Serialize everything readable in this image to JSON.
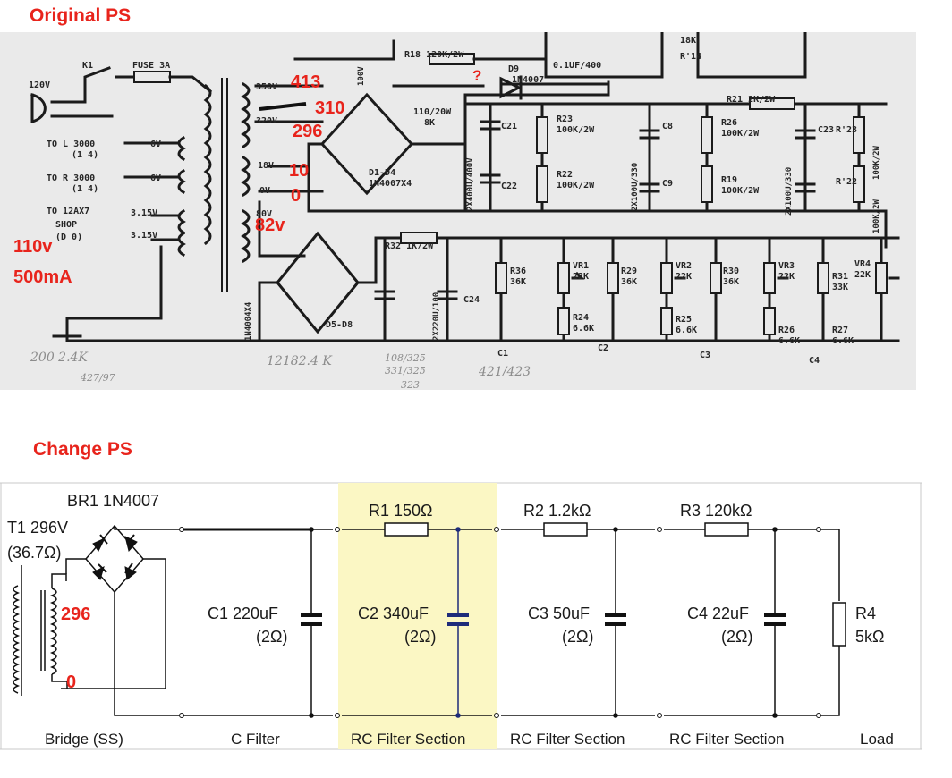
{
  "headings": {
    "original": "Original PS",
    "change": "Change PS"
  },
  "original": {
    "annotations": {
      "v413": "413",
      "v310": "310",
      "v296": "296",
      "v10": "10",
      "v0": "0",
      "v82": "82v",
      "q": "?",
      "mains_v": "110v",
      "mains_a": "500mA"
    },
    "printed": {
      "v120": "120V",
      "k1": "K1",
      "fuse": "FUSE 3A",
      "to_l": "TO L 3000",
      "to_l2": "(1 4)",
      "to_r": "TO R 3000",
      "to_r2": "(1 4)",
      "to_12": "TO 12AX7",
      "to_12b": "SHOP",
      "to_12c": "(D 0)",
      "t6v_a": "6V",
      "t6v_b": "6V",
      "t3a": "3.15V",
      "t3b": "3.15V",
      "s350": "350V",
      "s320": "320V",
      "s18": "18V",
      "s0": "0V",
      "s80": "80V",
      "r18": "R18 120K/2W",
      "c01": "0.1UF/400",
      "d9": "D9",
      "d9b": "1N4007",
      "r11": "110/20W",
      "r11b": "8K",
      "c21": "C21",
      "c22": "C22",
      "cap2x": "2X400U/400V",
      "r23": "R23",
      "r23b": "100K/2W",
      "r22": "R22",
      "r22b": "100K/2W",
      "d1d4": "D1-D4",
      "d1d4b": "1N4007X4",
      "c8": "C8",
      "c9": "C9",
      "cap2x2": "2X100U/330",
      "r21": "R21 2K/2W",
      "r26": "R26",
      "r26b": "100K/2W",
      "r19": "R19",
      "r19b": "100K/2W",
      "cap2x3": "2X100U/330",
      "r18k": "18K",
      "r14": "R'14",
      "c23": "C23",
      "r23r": "R'23",
      "r100k": "100K/2W",
      "r22r": "R'22",
      "r100k2": "100K/2W",
      "v100": "100V",
      "r32": "R32 1K/2W",
      "d5d8": "D5-D8",
      "d14": "1N4004X4",
      "c24": "C24",
      "cap22": "2X220U/100",
      "c1": "C1",
      "c2": "C2",
      "c3": "C3",
      "c4": "C4",
      "r36": "R36",
      "r36b": "36K",
      "vr1": "VR1",
      "vr1b": "22K",
      "r24": "R24",
      "r24b": "6.6K",
      "r29": "R29",
      "r29b": "36K",
      "vr2": "VR2",
      "vr2b": "22K",
      "r25": "R25",
      "r25b": "6.6K",
      "r30": "R30",
      "r30b": "36K",
      "vr3": "VR3",
      "vr3b": "22K",
      "r26l": "R26",
      "r26lb": "6.6K",
      "r31": "R31",
      "r31b": "33K",
      "vr4": "VR4",
      "vr4b": "22K",
      "r27": "R27",
      "r27b": "6.6K"
    },
    "notes": {
      "n1": "200 2.4K",
      "n2": "12182.4 K",
      "n3": "108/325",
      "n4": "331/325",
      "n5": "421/423",
      "n6": "323",
      "n7": "427/97"
    }
  },
  "change": {
    "br1": "BR1 1N4007",
    "t1_a": "T1 296V",
    "t1_b": "(36.7Ω)",
    "sec_top": "296",
    "sec_bot": "0",
    "r1": "R1 150Ω",
    "r2": "R2 1.2kΩ",
    "r3": "R3 120kΩ",
    "c1_a": "C1 220uF",
    "c1_b": "(2Ω)",
    "c2_a": "C2 340uF",
    "c2_b": "(2Ω)",
    "c3_a": "C3 50uF",
    "c3_b": "(2Ω)",
    "c4_a": "C4 22uF",
    "c4_b": "(2Ω)",
    "r4_a": "R4",
    "r4_b": "5kΩ",
    "sections": {
      "bridge": "Bridge (SS)",
      "cfilter": "C Filter",
      "rc1": "RC Filter Section",
      "rc2": "RC Filter Section",
      "rc3": "RC Filter Section",
      "load": "Load"
    }
  },
  "colors": {
    "annotation": "#e8241c",
    "highlight": "#fbf7c4",
    "selected": "#1e2c7a"
  }
}
